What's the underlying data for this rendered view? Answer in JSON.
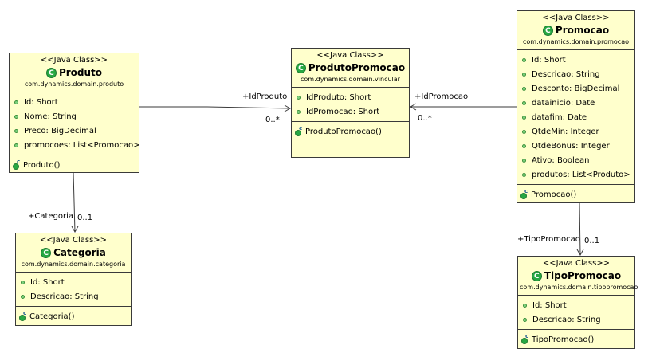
{
  "stereotype": "<<Java Class>>",
  "classes": {
    "produto": {
      "name": "Produto",
      "package": "com.dynamics.domain.produto",
      "attributes": [
        "Id: Short",
        "Nome: String",
        "Preco: BigDecimal",
        "promocoes: List<Promocao>"
      ],
      "operations": [
        "Produto()"
      ]
    },
    "produtoPromocao": {
      "name": "ProdutoPromocao",
      "package": "com.dynamics.domain.vincular",
      "attributes": [
        "IdProduto: Short",
        "IdPromocao: Short"
      ],
      "operations": [
        "ProdutoPromocao()"
      ]
    },
    "promocao": {
      "name": "Promocao",
      "package": "com.dynamics.domain.promocao",
      "attributes": [
        "Id: Short",
        "Descricao: String",
        "Desconto: BigDecimal",
        "datainicio: Date",
        "datafim: Date",
        "QtdeMin: Integer",
        "QtdeBonus: Integer",
        "Ativo: Boolean",
        "produtos: List<Produto>"
      ],
      "operations": [
        "Promocao()"
      ]
    },
    "categoria": {
      "name": "Categoria",
      "package": "com.dynamics.domain.categoria",
      "attributes": [
        "Id: Short",
        "Descricao: String"
      ],
      "operations": [
        "Categoria()"
      ]
    },
    "tipoPromocao": {
      "name": "TipoPromocao",
      "package": "com.dynamics.domain.tipopromocao",
      "attributes": [
        "Id: Short",
        "Descricao: String"
      ],
      "operations": [
        "TipoPromocao()"
      ]
    }
  },
  "associations": {
    "idProduto": {
      "role": "+IdProduto",
      "multiplicity": "0..*"
    },
    "idPromocao": {
      "role": "+IdPromocao",
      "multiplicity": "0..*"
    },
    "categoria": {
      "role": "+Categoria",
      "multiplicity": "0..1"
    },
    "tipoPromocao": {
      "role": "+TipoPromocao",
      "multiplicity": "0..1"
    }
  }
}
